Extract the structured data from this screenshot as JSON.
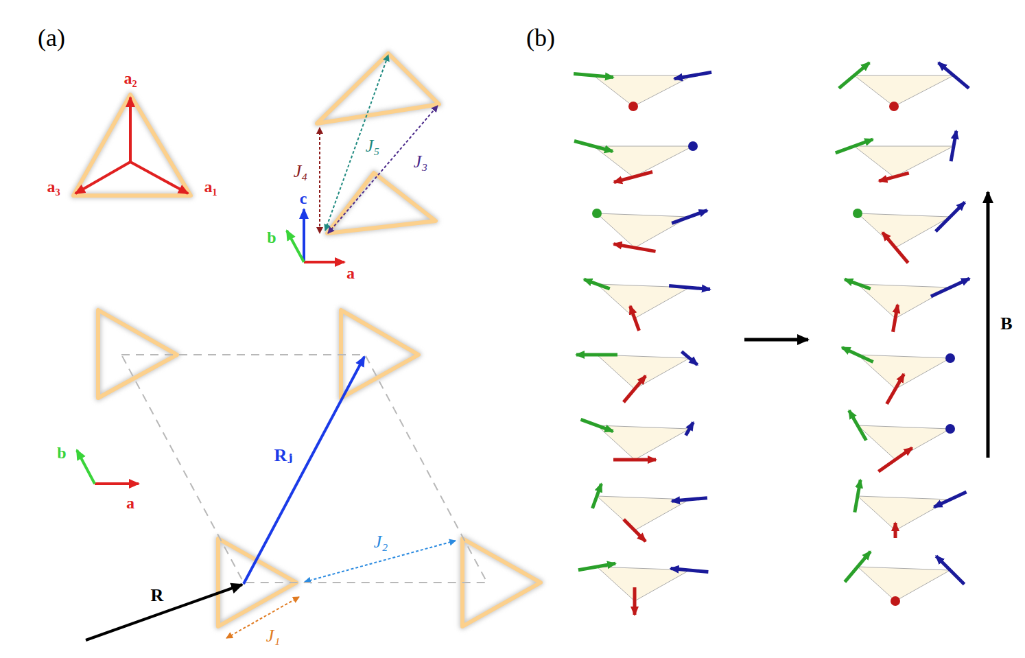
{
  "diagram": {
    "labels": [
      "(a)",
      "(b)",
      "a₂",
      "a₁",
      "a₃",
      "J₄",
      "J₅",
      "J₃",
      "J₂",
      "J₁",
      "c",
      "b",
      "a",
      "b",
      "a",
      "R",
      "Rⱼ",
      "B"
    ]
  }
}
